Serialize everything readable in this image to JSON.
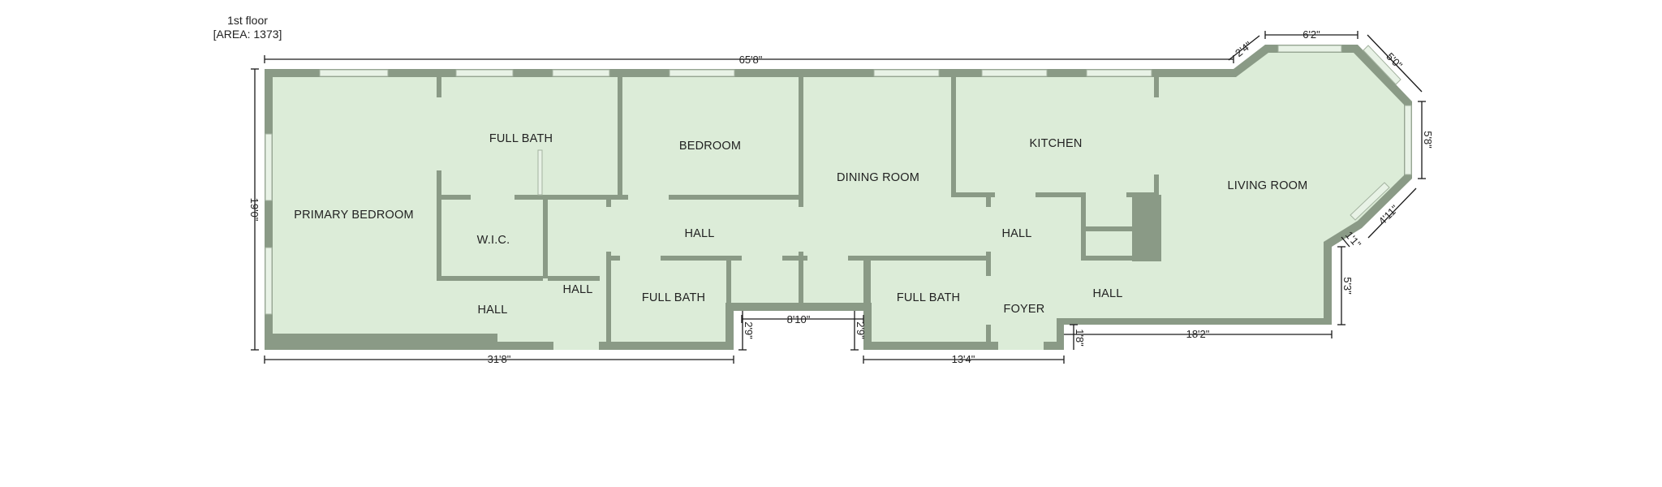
{
  "header": {
    "floor_name": "1st floor",
    "area": "[AREA: 1373]"
  },
  "rooms": [
    {
      "name": "PRIMARY BEDROOM"
    },
    {
      "name": "FULL BATH"
    },
    {
      "name": "BEDROOM"
    },
    {
      "name": "DINING ROOM"
    },
    {
      "name": "KITCHEN"
    },
    {
      "name": "LIVING ROOM"
    },
    {
      "name": "W.I.C."
    },
    {
      "name": "HALL"
    },
    {
      "name": "HALL"
    },
    {
      "name": "HALL"
    },
    {
      "name": "FULL BATH"
    },
    {
      "name": "FULL BATH"
    },
    {
      "name": "HALL"
    },
    {
      "name": "FOYER"
    },
    {
      "name": "HALL"
    }
  ],
  "dimensions": {
    "overall_width": "65'8\"",
    "overall_height": "19'0\"",
    "bottom_left": "31'8\"",
    "recess_width": "8'10\"",
    "recess_depth_left": "2'9\"",
    "recess_depth_right": "2'9\"",
    "bottom_mid": "13'4\"",
    "step_small": "1'8\"",
    "bottom_right": "18'2\"",
    "right_lower": "5'3\"",
    "bay_small": "1'1\"",
    "bay_lower_diag": "4'11\"",
    "bay_right": "5'8\"",
    "bay_upper_diag": "5'0\"",
    "bay_top": "6'2\"",
    "top_diag": "2'4\""
  },
  "colors": {
    "room_fill": "#dcecd8",
    "wall": "#8a9a86",
    "window": "#e8f2e6"
  }
}
